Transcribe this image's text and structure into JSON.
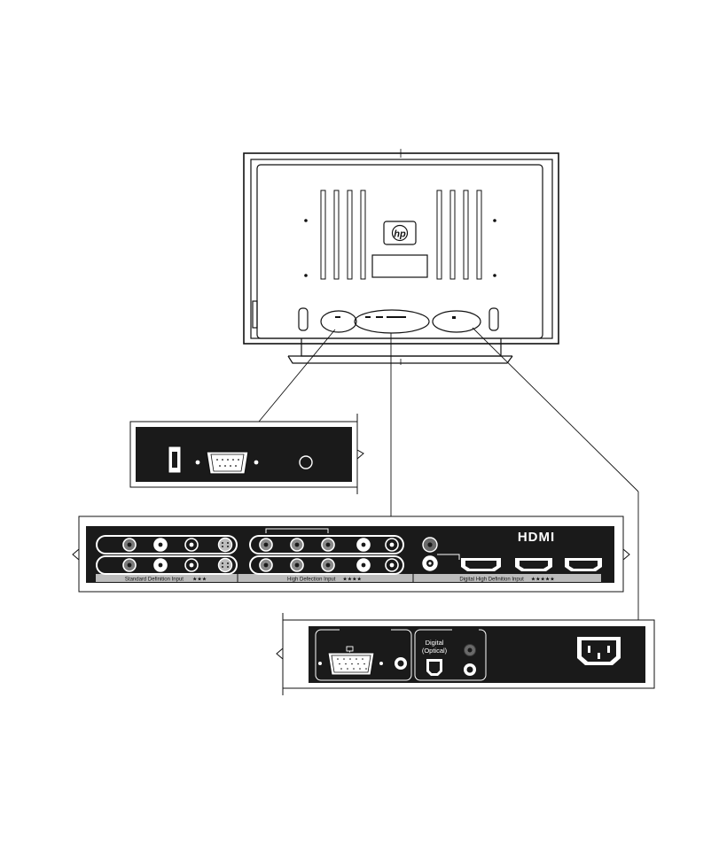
{
  "tv": {
    "logo_text": "hp"
  },
  "panel_left": {
    "description_items": [
      "usb-port",
      "rs232-port",
      "ir-jack"
    ]
  },
  "panel_middle": {
    "hdmi_logo": "HDMI",
    "sd_label": "Standard Definition Input",
    "sd_stars": "★★★",
    "hd_label": "High Defection Input",
    "hd_stars": "★★★★",
    "dhd_label": "Digital High Definition Input",
    "dhd_stars": "★★★★★"
  },
  "panel_right": {
    "optical_line1": "Digital",
    "optical_line2": "(Optical)"
  },
  "colors": {
    "ink": "#111111",
    "panel_dark": "#1a1a1a",
    "label_bar": "#bdbdbd",
    "connector_gray": "#8a8a8a"
  }
}
